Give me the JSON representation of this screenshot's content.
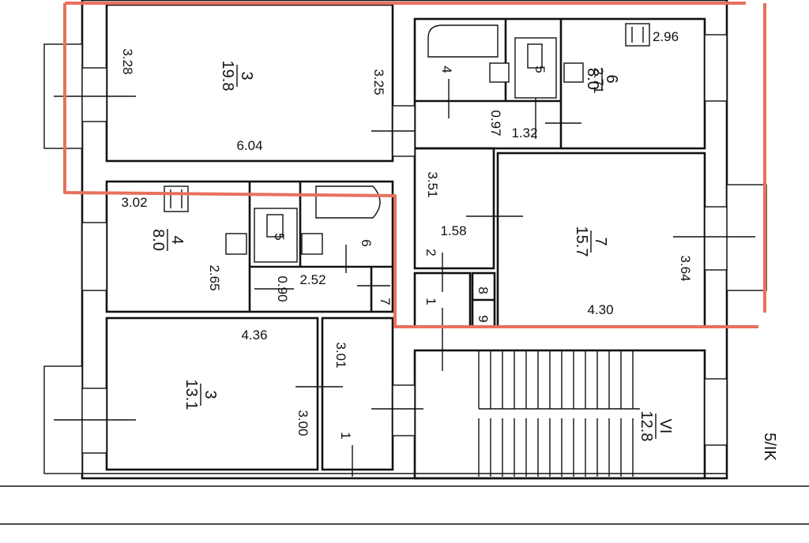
{
  "colors": {
    "highlight": "#e8705e",
    "ink": "#111111"
  },
  "rooms": [
    {
      "id": "r3-top",
      "num": "3",
      "area": "19.8"
    },
    {
      "id": "r4-top",
      "num": "4"
    },
    {
      "id": "r5-top",
      "num": "5"
    },
    {
      "id": "r6-top",
      "num": "6",
      "area": "8.0"
    },
    {
      "id": "r7",
      "num": "7",
      "area": "15.7"
    },
    {
      "id": "r4-mid",
      "num": "4",
      "area": "8.0"
    },
    {
      "id": "r5-mid",
      "num": "5"
    },
    {
      "id": "r6-mid",
      "num": "6"
    },
    {
      "id": "r7-mid",
      "num": "7"
    },
    {
      "id": "r2",
      "num": "2"
    },
    {
      "id": "r1-mid",
      "num": "1"
    },
    {
      "id": "r8",
      "num": "8"
    },
    {
      "id": "r9",
      "num": "9"
    },
    {
      "id": "r3-bot",
      "num": "3",
      "area": "13.1"
    },
    {
      "id": "r1-bot",
      "num": "1"
    },
    {
      "id": "stair",
      "num": "VI",
      "area": "12.8"
    }
  ],
  "dims": {
    "d328": "3.28",
    "d325": "3.25",
    "d604": "6.04",
    "d296": "2.96",
    "d271": "2.71",
    "d097": "0.97",
    "d132": "1.32",
    "d351": "3.51",
    "d158": "1.58",
    "d364": "3.64",
    "d430": "4.30",
    "d302": "3.02",
    "d265": "2.65",
    "d252": "2.52",
    "d090": "0.90",
    "d436": "4.36",
    "d301": "3.01",
    "d300": "3.00"
  },
  "corner_label": "5/IK"
}
